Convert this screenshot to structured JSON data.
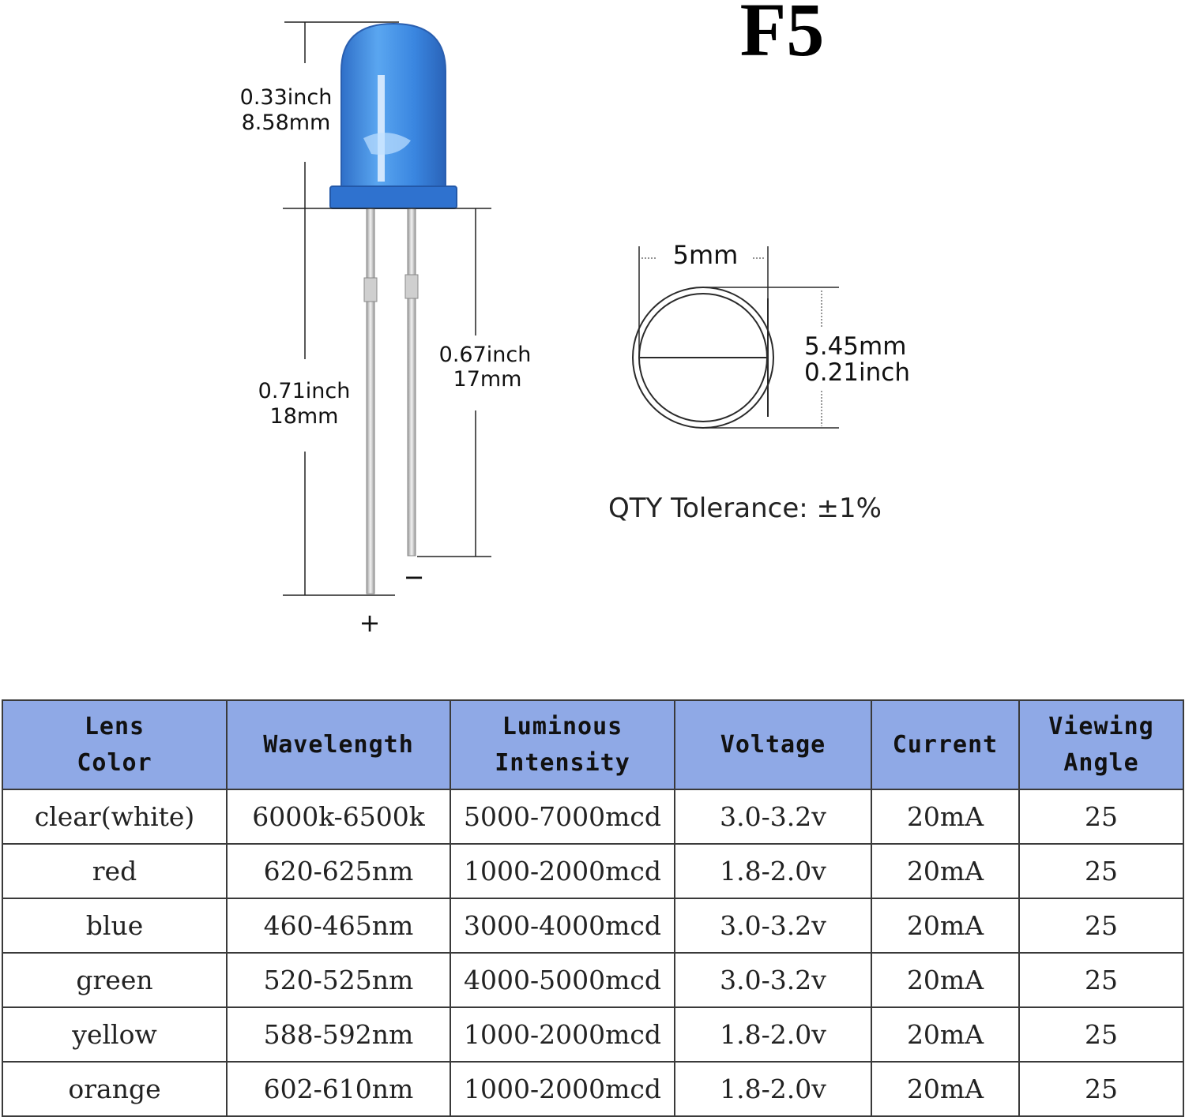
{
  "title": "F5",
  "dimensions": {
    "head_height_in": "0.33inch",
    "head_height_mm": "8.58mm",
    "long_lead_in": "0.71inch",
    "long_lead_mm": "18mm",
    "short_lead_in": "0.67inch",
    "short_lead_mm": "17mm",
    "diameter": "5mm",
    "flange_mm": "5.45mm",
    "flange_in": "0.21inch"
  },
  "polarity": {
    "positive": "+",
    "negative": "−"
  },
  "tolerance": "QTY Tolerance: ±1%",
  "colors": {
    "led_blue": "#3a86e0",
    "header_bg": "#8fa9e6"
  },
  "table": {
    "headers": [
      [
        "Lens",
        "Color"
      ],
      [
        "Wavelength"
      ],
      [
        "Luminous",
        "Intensity"
      ],
      [
        "Voltage"
      ],
      [
        "Current"
      ],
      [
        "Viewing",
        "Angle"
      ]
    ],
    "rows": [
      [
        "clear(white)",
        "6000k-6500k",
        "5000-7000mcd",
        "3.0-3.2v",
        "20mA",
        "25"
      ],
      [
        "red",
        "620-625nm",
        "1000-2000mcd",
        "1.8-2.0v",
        "20mA",
        "25"
      ],
      [
        "blue",
        "460-465nm",
        "3000-4000mcd",
        "3.0-3.2v",
        "20mA",
        "25"
      ],
      [
        "green",
        "520-525nm",
        "4000-5000mcd",
        "3.0-3.2v",
        "20mA",
        "25"
      ],
      [
        "yellow",
        "588-592nm",
        "1000-2000mcd",
        "1.8-2.0v",
        "20mA",
        "25"
      ],
      [
        "orange",
        "602-610nm",
        "1000-2000mcd",
        "1.8-2.0v",
        "20mA",
        "25"
      ]
    ]
  }
}
